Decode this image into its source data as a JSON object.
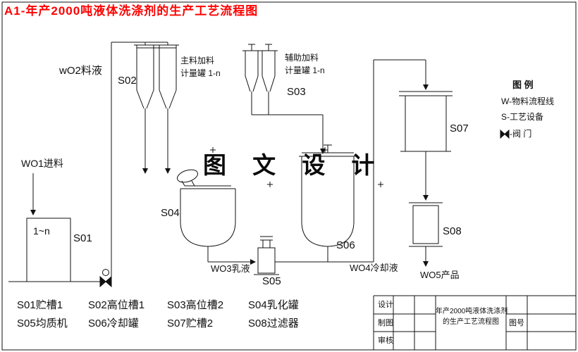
{
  "page_title": "A1-年产2000吨液体洗涤剂的生产工艺流程图",
  "watermark": "图 文 设 计",
  "flow_labels": {
    "wo1": "WO1进料",
    "wo2": "wO2料液",
    "wo3": "WO3乳液",
    "wo4": "WO4冷却液",
    "wo5": "WO5产品"
  },
  "equipment_tags": {
    "s01": "S01",
    "s01_count": "1~n",
    "s02": "S02",
    "s03": "S03",
    "s04": "S04",
    "s05": "S05",
    "s06": "S06",
    "s07": "S07",
    "s08": "S08"
  },
  "annotations": {
    "main_feed_line1": "主料加料",
    "main_feed_line2": "计量罐 1-n",
    "aux_feed_line1": "辅助加料",
    "aux_feed_line2": "计量罐 1-n"
  },
  "legend": {
    "title": "图    例",
    "material_line": "W-物料流程线",
    "equipment": "S-工艺设备",
    "valve": "-阀 门"
  },
  "equipment_list": {
    "row1": [
      "S01贮槽1",
      "S02高位槽1",
      "S03高位槽2",
      "S04乳化罐"
    ],
    "row2": [
      "S05均质机",
      "S06冷却罐",
      "S07贮槽2",
      "S08过滤器"
    ]
  },
  "title_block": {
    "design": "设计",
    "draft": "制图",
    "review": "审核",
    "drawing_title_line1": "年产2000吨液体洗涤剂",
    "drawing_title_line2": "的生产工艺流程图",
    "drawing_no_label": "图号"
  },
  "colors": {
    "title_red": "#ff0000",
    "line": "#111111"
  }
}
